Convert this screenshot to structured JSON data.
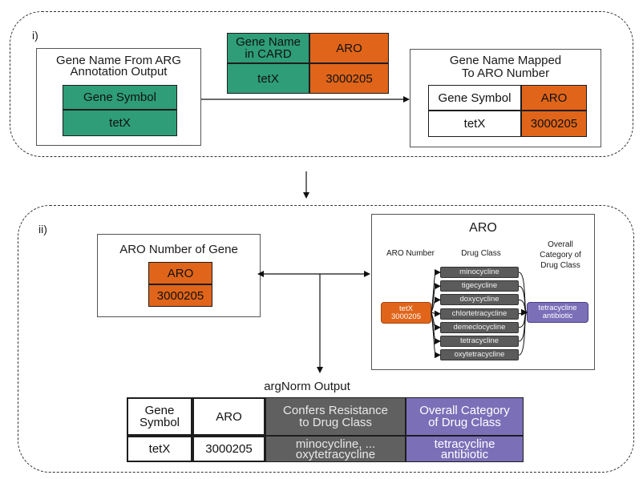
{
  "panels": {
    "panel1_label": "i)",
    "panel2_label": "ii)"
  },
  "section1": {
    "left_box": {
      "title_line1": "Gene Name From ARG",
      "title_line2": "Annotation Output",
      "header": "Gene Symbol",
      "value": "tetX"
    },
    "card_table": {
      "header_name_line1": "Gene Name",
      "header_name_line2": "in CARD",
      "header_aro": "ARO",
      "value_name": "tetX",
      "value_aro": "3000205"
    },
    "right_box": {
      "title_line1": "Gene Name Mapped",
      "title_line2": "To ARO Number",
      "header_symbol": "Gene Symbol",
      "header_aro": "ARO",
      "value_symbol": "tetX",
      "value_aro": "3000205"
    }
  },
  "section2": {
    "aro_number_box": {
      "title": "ARO Number of Gene",
      "header": "ARO",
      "value": "3000205"
    },
    "aro_graph": {
      "title": "ARO",
      "col_aro_number": "ARO Number",
      "col_drug_class": "Drug Class",
      "col_overall_line1": "Overall",
      "col_overall_line2": "Category of",
      "col_overall_line3": "Drug Class",
      "aro_node_line1": "tetX",
      "aro_node_line2": "3000205",
      "drug_classes": [
        "minocycline",
        "tigecycline",
        "doxycycline",
        "chlortetracycline",
        "demeclocycline",
        "tetracycline",
        "oxytetracycline"
      ],
      "category_line1": "tetracycline",
      "category_line2": "antibiotic"
    },
    "output": {
      "title": "argNorm Output",
      "h_gene_line1": "Gene",
      "h_gene_line2": "Symbol",
      "h_aro": "ARO",
      "h_confers_line1": "Confers Resistance",
      "h_confers_line2": "to Drug Class",
      "h_overall_line1": "Overall Category",
      "h_overall_line2": "of Drug Class",
      "v_gene": "tetX",
      "v_aro": "3000205",
      "v_confers_line1": "minocycline, ...",
      "v_confers_line2": "oxytetracycline",
      "v_overall_line1": "tetracycline",
      "v_overall_line2": "antibiotic"
    }
  },
  "colors": {
    "green": "#2e9d78",
    "orange": "#e0651a",
    "gray": "#606060",
    "purple": "#7b6fb8"
  }
}
